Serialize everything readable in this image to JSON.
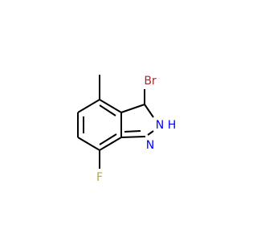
{
  "molecule": {
    "atoms": {
      "br": "Br",
      "nh": "H",
      "n_h_n": "N",
      "n2": "N",
      "f": "F"
    },
    "colors": {
      "bond": "#000000",
      "bromine": "#a52a2a",
      "nitrogen": "#0000ff",
      "fluorine": "#b5a642"
    }
  }
}
